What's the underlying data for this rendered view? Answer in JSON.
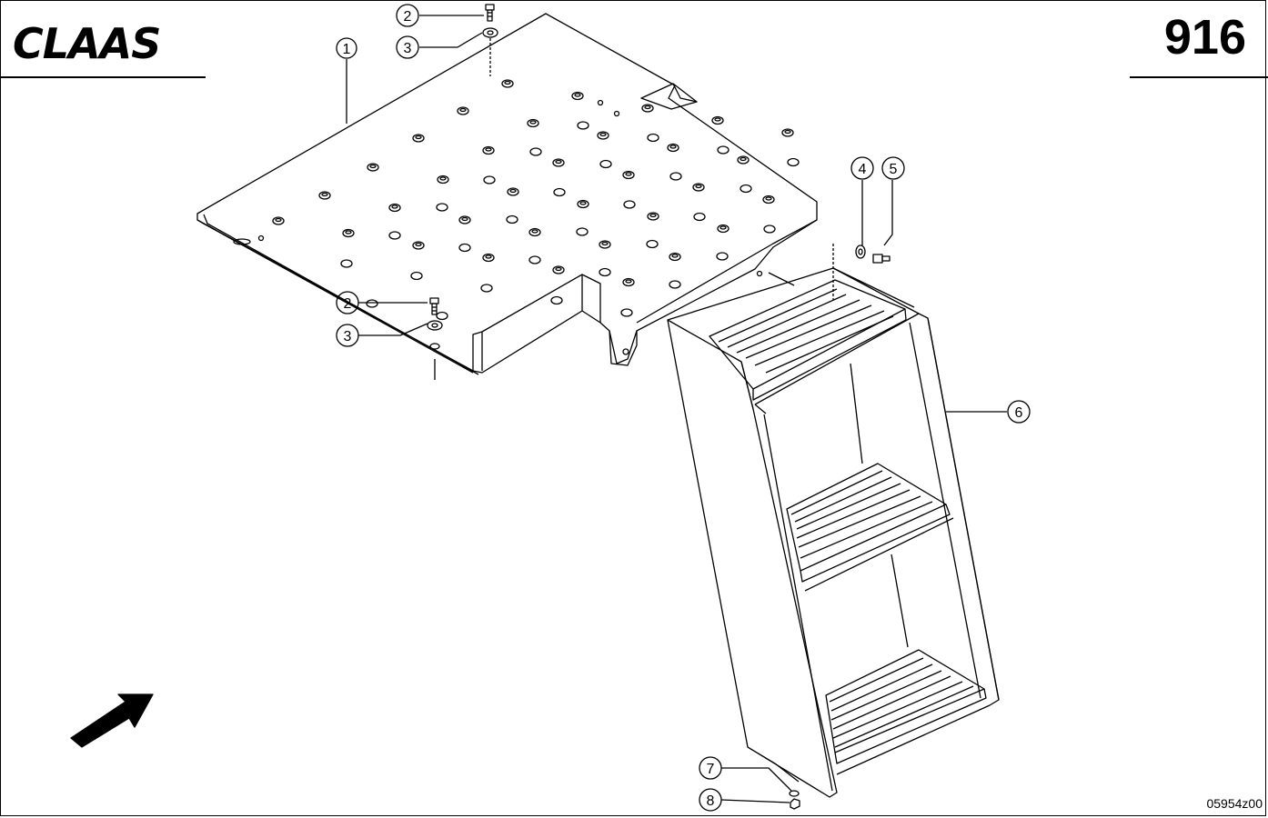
{
  "header": {
    "brand": "CLAAS",
    "page_number": "916"
  },
  "footer": {
    "drawing_id": "05954z00"
  },
  "callouts": [
    {
      "id": "c1",
      "label": "1"
    },
    {
      "id": "c2a",
      "label": "2"
    },
    {
      "id": "c3a",
      "label": "3"
    },
    {
      "id": "c2b",
      "label": "2"
    },
    {
      "id": "c3b",
      "label": "3"
    },
    {
      "id": "c4",
      "label": "4"
    },
    {
      "id": "c5",
      "label": "5"
    },
    {
      "id": "c6",
      "label": "6"
    },
    {
      "id": "c7",
      "label": "7"
    },
    {
      "id": "c8",
      "label": "8"
    }
  ]
}
